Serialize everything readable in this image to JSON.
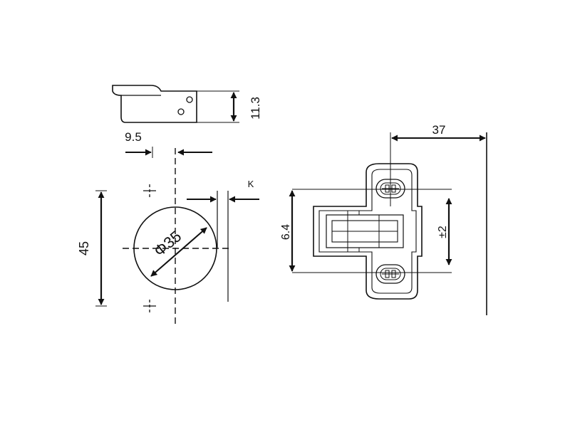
{
  "diagram": {
    "cup_height_label": "11.3",
    "cup_offset_label": "9.5",
    "edge_distance_label": "K",
    "boring_distance_label": "45",
    "cup_diameter_label": "Φ35",
    "plate_distance_label": "37",
    "plate_hole_spacing_label": "6.4",
    "adjustment_label": "±2"
  },
  "colors": {
    "line": "#111111",
    "background": "#ffffff"
  }
}
